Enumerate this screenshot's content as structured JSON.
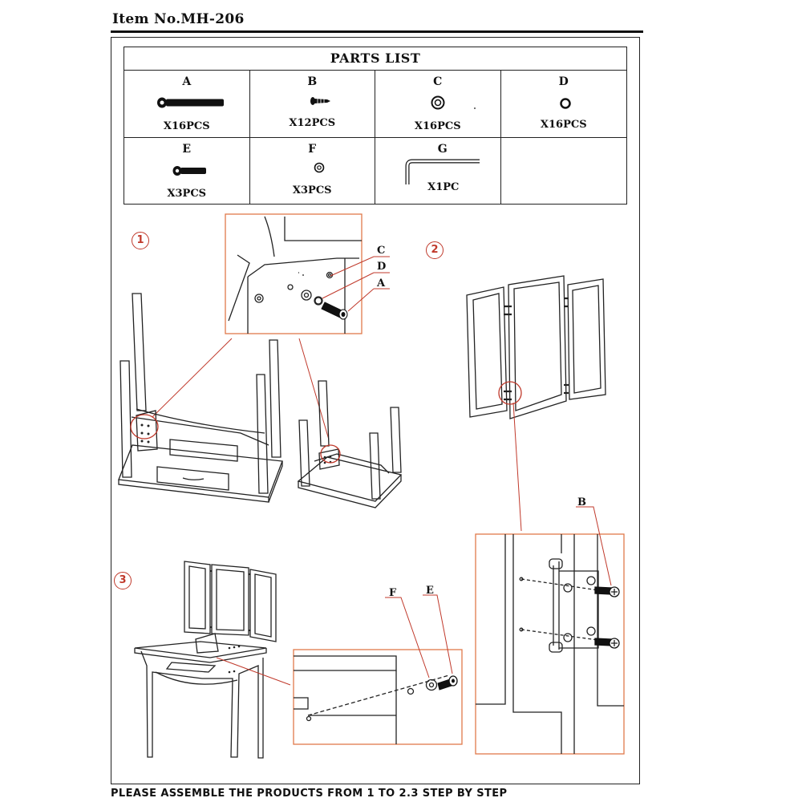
{
  "header": {
    "item_no": "Item No.MH-206"
  },
  "parts_list": {
    "title": "PARTS LIST",
    "parts": [
      {
        "letter": "A",
        "qty": "X16PCS",
        "icon": "long-bolt-icon"
      },
      {
        "letter": "B",
        "qty": "X12PCS",
        "icon": "wood-screw-icon"
      },
      {
        "letter": "C",
        "qty": "X16PCS",
        "icon": "flat-washer-icon"
      },
      {
        "letter": "D",
        "qty": "X16PCS",
        "icon": "lock-washer-icon"
      },
      {
        "letter": "E",
        "qty": "X3PCS",
        "icon": "short-bolt-icon"
      },
      {
        "letter": "F",
        "qty": "X3PCS",
        "icon": "small-washer-icon"
      },
      {
        "letter": "G",
        "qty": "X1PC",
        "icon": "allen-key-icon"
      }
    ]
  },
  "steps": {
    "step1": {
      "number": "1",
      "callouts": {
        "c": "C",
        "d": "D",
        "a": "A"
      }
    },
    "step2": {
      "number": "2",
      "callouts": {
        "b": "B"
      }
    },
    "step3": {
      "number": "3",
      "callouts": {
        "f": "F",
        "e": "E"
      }
    }
  },
  "colors": {
    "accent": "#c0392b",
    "line": "#222222"
  },
  "footer": {
    "instruction": "PLEASE ASSEMBLE THE PRODUCTS FROM 1 TO 2.3 STEP BY STEP"
  }
}
